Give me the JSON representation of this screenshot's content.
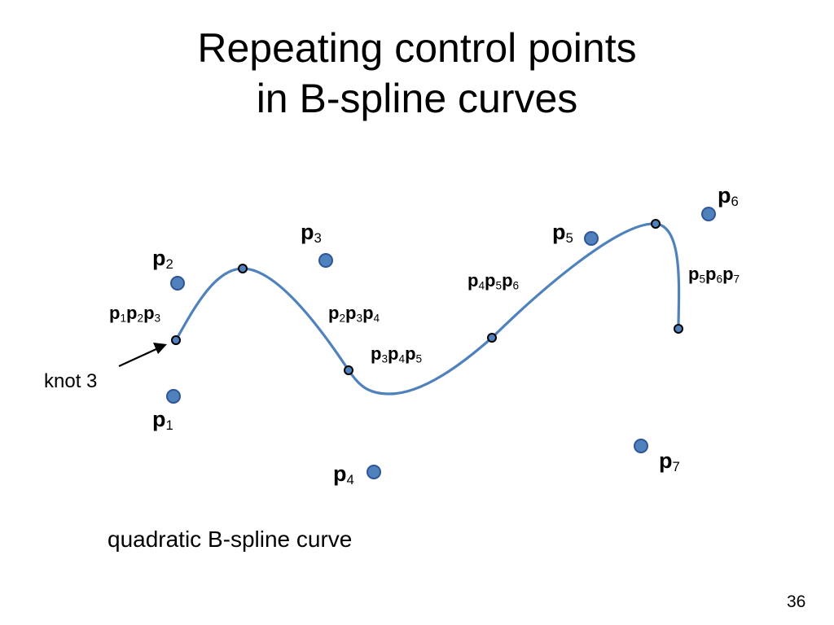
{
  "slide": {
    "title_line1": "Repeating control points",
    "title_line2": "in B-spline curves",
    "caption": "quadratic B-spline curve",
    "page_number": "36",
    "knot_label": "knot 3"
  },
  "control_points": [
    {
      "letter": "p",
      "sub": "1"
    },
    {
      "letter": "p",
      "sub": "2"
    },
    {
      "letter": "p",
      "sub": "3"
    },
    {
      "letter": "p",
      "sub": "4"
    },
    {
      "letter": "p",
      "sub": "5"
    },
    {
      "letter": "p",
      "sub": "6"
    },
    {
      "letter": "p",
      "sub": "7"
    }
  ],
  "segment_labels": [
    {
      "p": [
        "p",
        "p",
        "p"
      ],
      "s": [
        "1",
        "2",
        "3"
      ]
    },
    {
      "p": [
        "p",
        "p",
        "p"
      ],
      "s": [
        "2",
        "3",
        "4"
      ]
    },
    {
      "p": [
        "p",
        "p",
        "p"
      ],
      "s": [
        "3",
        "4",
        "5"
      ]
    },
    {
      "p": [
        "p",
        "p",
        "p"
      ],
      "s": [
        "4",
        "5",
        "6"
      ]
    },
    {
      "p": [
        "p",
        "p",
        "p"
      ],
      "s": [
        "5",
        "6",
        "7"
      ]
    }
  ],
  "colors": {
    "curve": "#4f81bd",
    "point_fill": "#4f81bd",
    "point_stroke": "#2f5597"
  }
}
